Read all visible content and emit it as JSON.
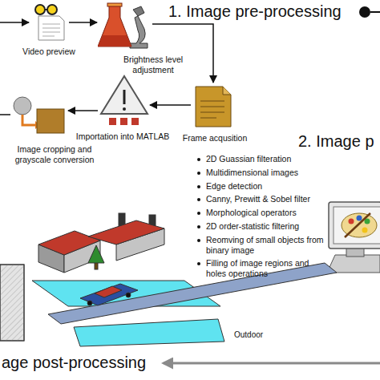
{
  "diagram": {
    "nodes": [
      {
        "text": [
          "Video preview"
        ]
      },
      {
        "text": [
          "Brightness level adjustment"
        ]
      },
      {
        "text": [
          "Frame acqusition"
        ]
      },
      {
        "text": [
          "Importation into MATLAB"
        ]
      },
      {
        "text": [
          "Image cropping and grayscale conversion"
        ]
      }
    ],
    "edges": [
      {
        "from": 0,
        "to": 1,
        "arrow": "to"
      },
      {
        "from": 1,
        "to": 2,
        "arrow": "to"
      },
      {
        "from": 2,
        "to": 3,
        "arrow": "to"
      },
      {
        "from": 3,
        "to": 4,
        "arrow": "to"
      }
    ],
    "labels": [
      "1. Image pre-processing",
      "2. Image p",
      "2D Guassian filteration",
      "Multidimensional images",
      "Edge detection",
      "Canny, Prewitt & Sobel filter",
      "Morphological operators",
      "2D order-statistic filtering",
      "Reomving of small objects from binary image",
      "Filling of image regions and holes operations",
      "Outdoor",
      "age post-processing"
    ]
  }
}
